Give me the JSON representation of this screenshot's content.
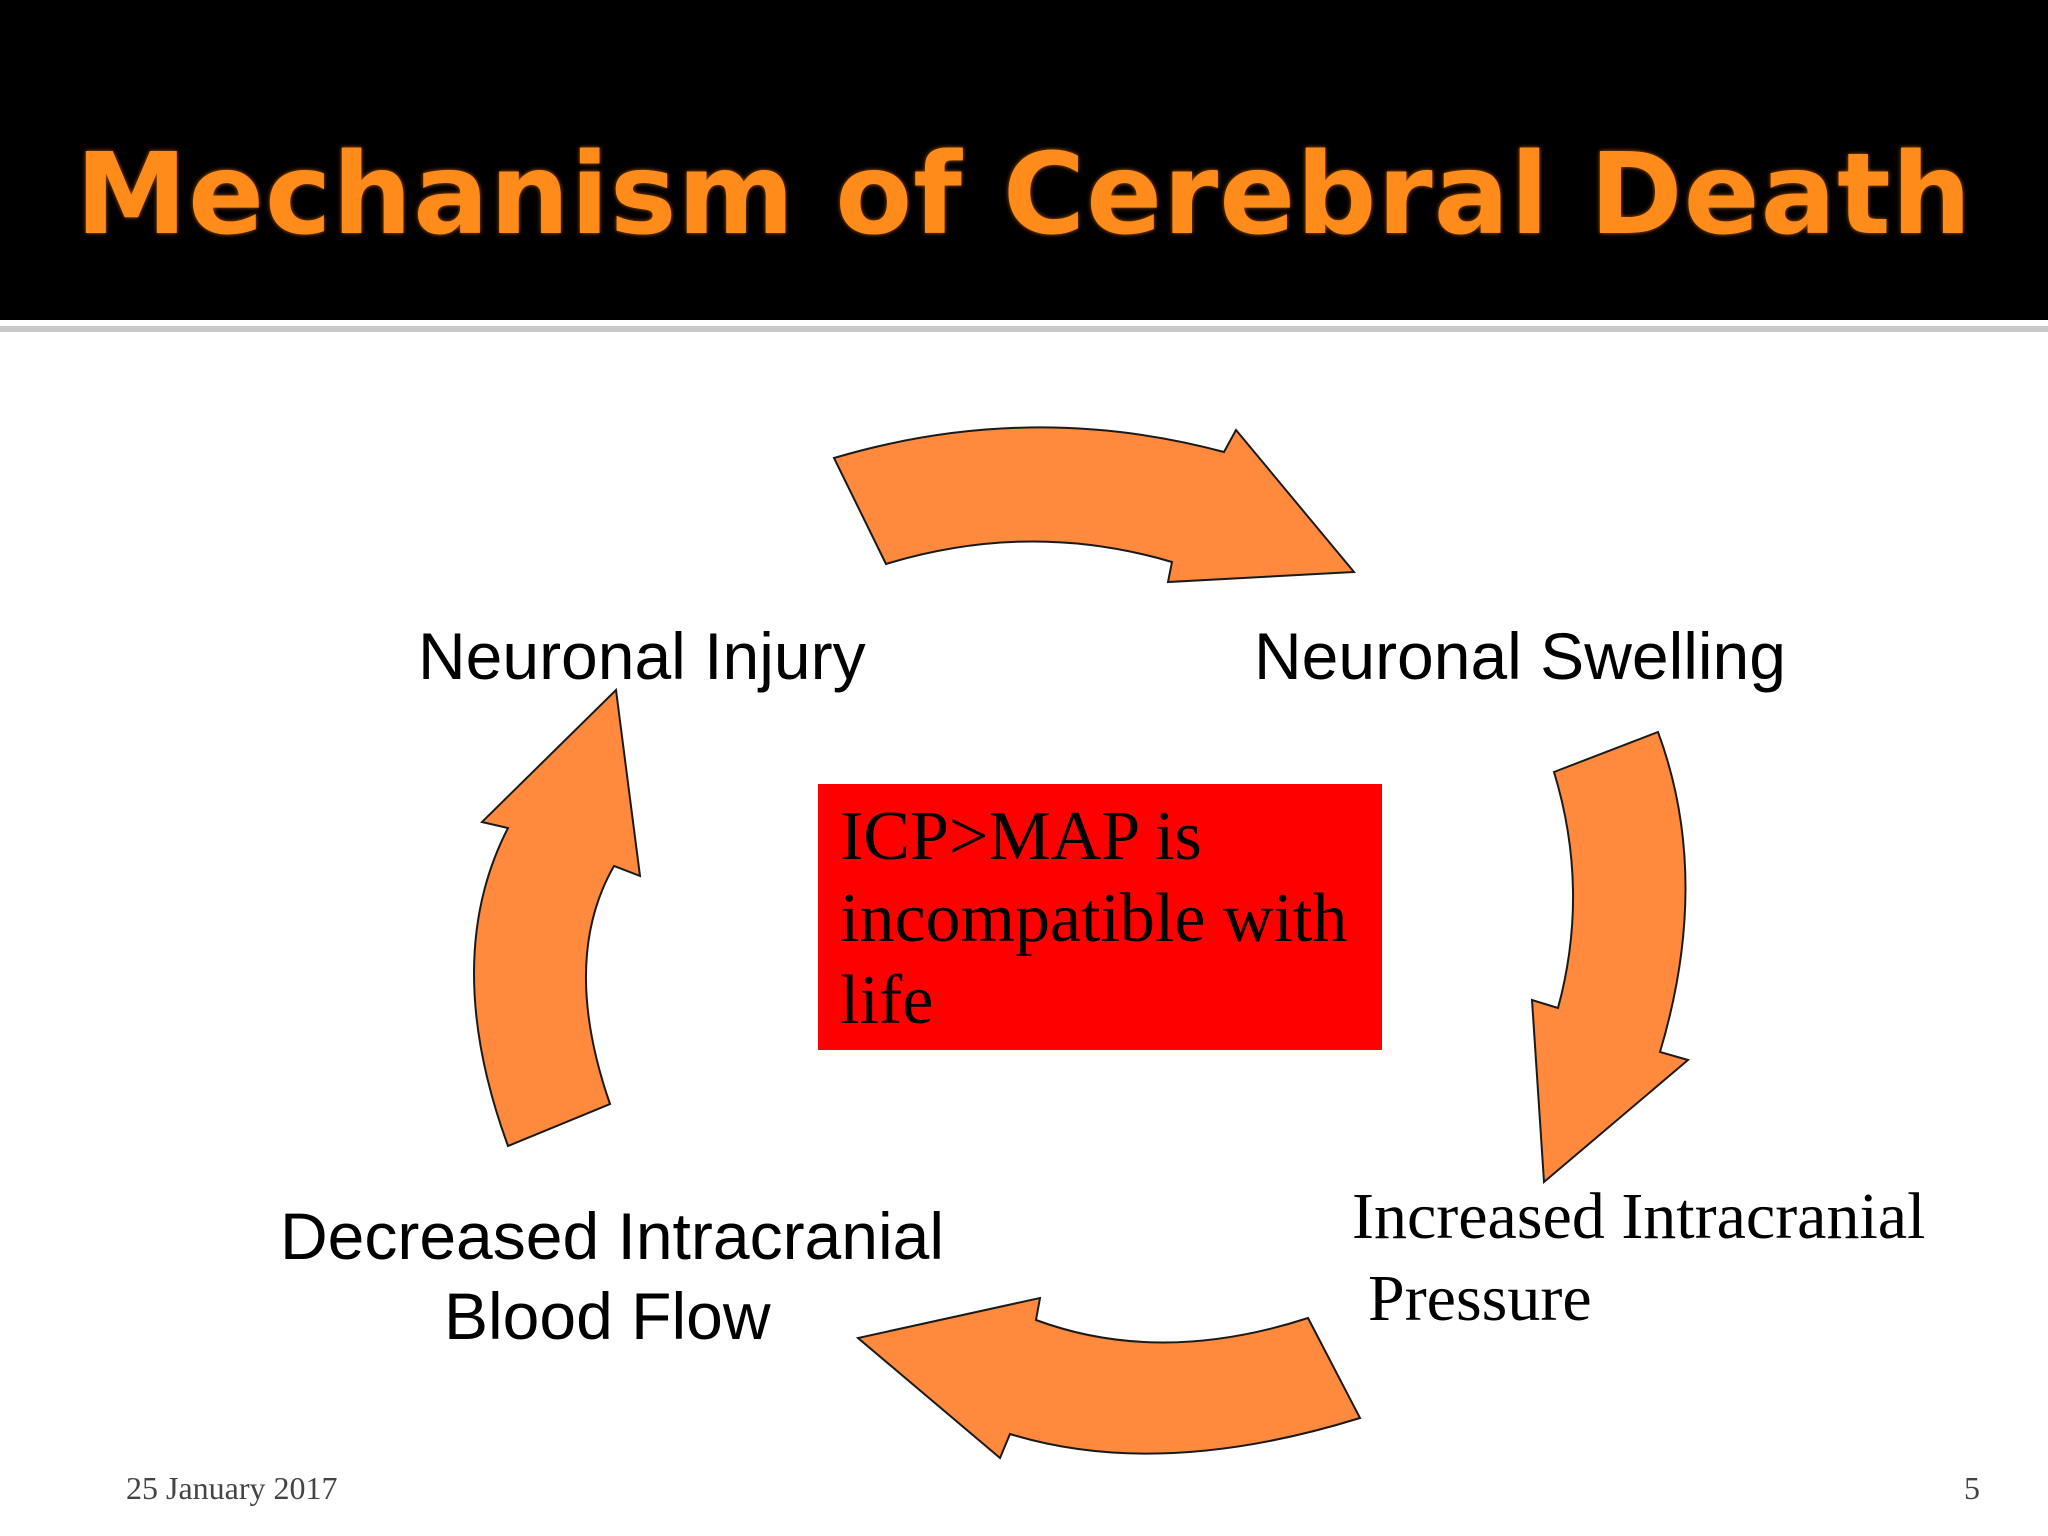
{
  "slide": {
    "title": "Mechanism of Cerebral Death",
    "date": "25 January 2017",
    "page_number": "5"
  },
  "cycle": {
    "nodes": {
      "neuronal_injury": "Neuronal Injury",
      "neuronal_swelling": "Neuronal Swelling",
      "increased_icp_line1": "Increased Intracranial",
      "increased_icp_line2": "Pressure",
      "decreased_flow_line1": "Decreased Intracranial",
      "decreased_flow_line2": "Blood Flow"
    },
    "center_box": {
      "line1": "ICP>MAP is",
      "line2": "incompatible with",
      "line3": "life"
    },
    "colors": {
      "arrow_fill": "#ff8a3d",
      "arrow_stroke": "#1a1a1a",
      "center_box": "#ff0000",
      "title": "#ff8c1a",
      "title_bar": "#000000"
    }
  }
}
